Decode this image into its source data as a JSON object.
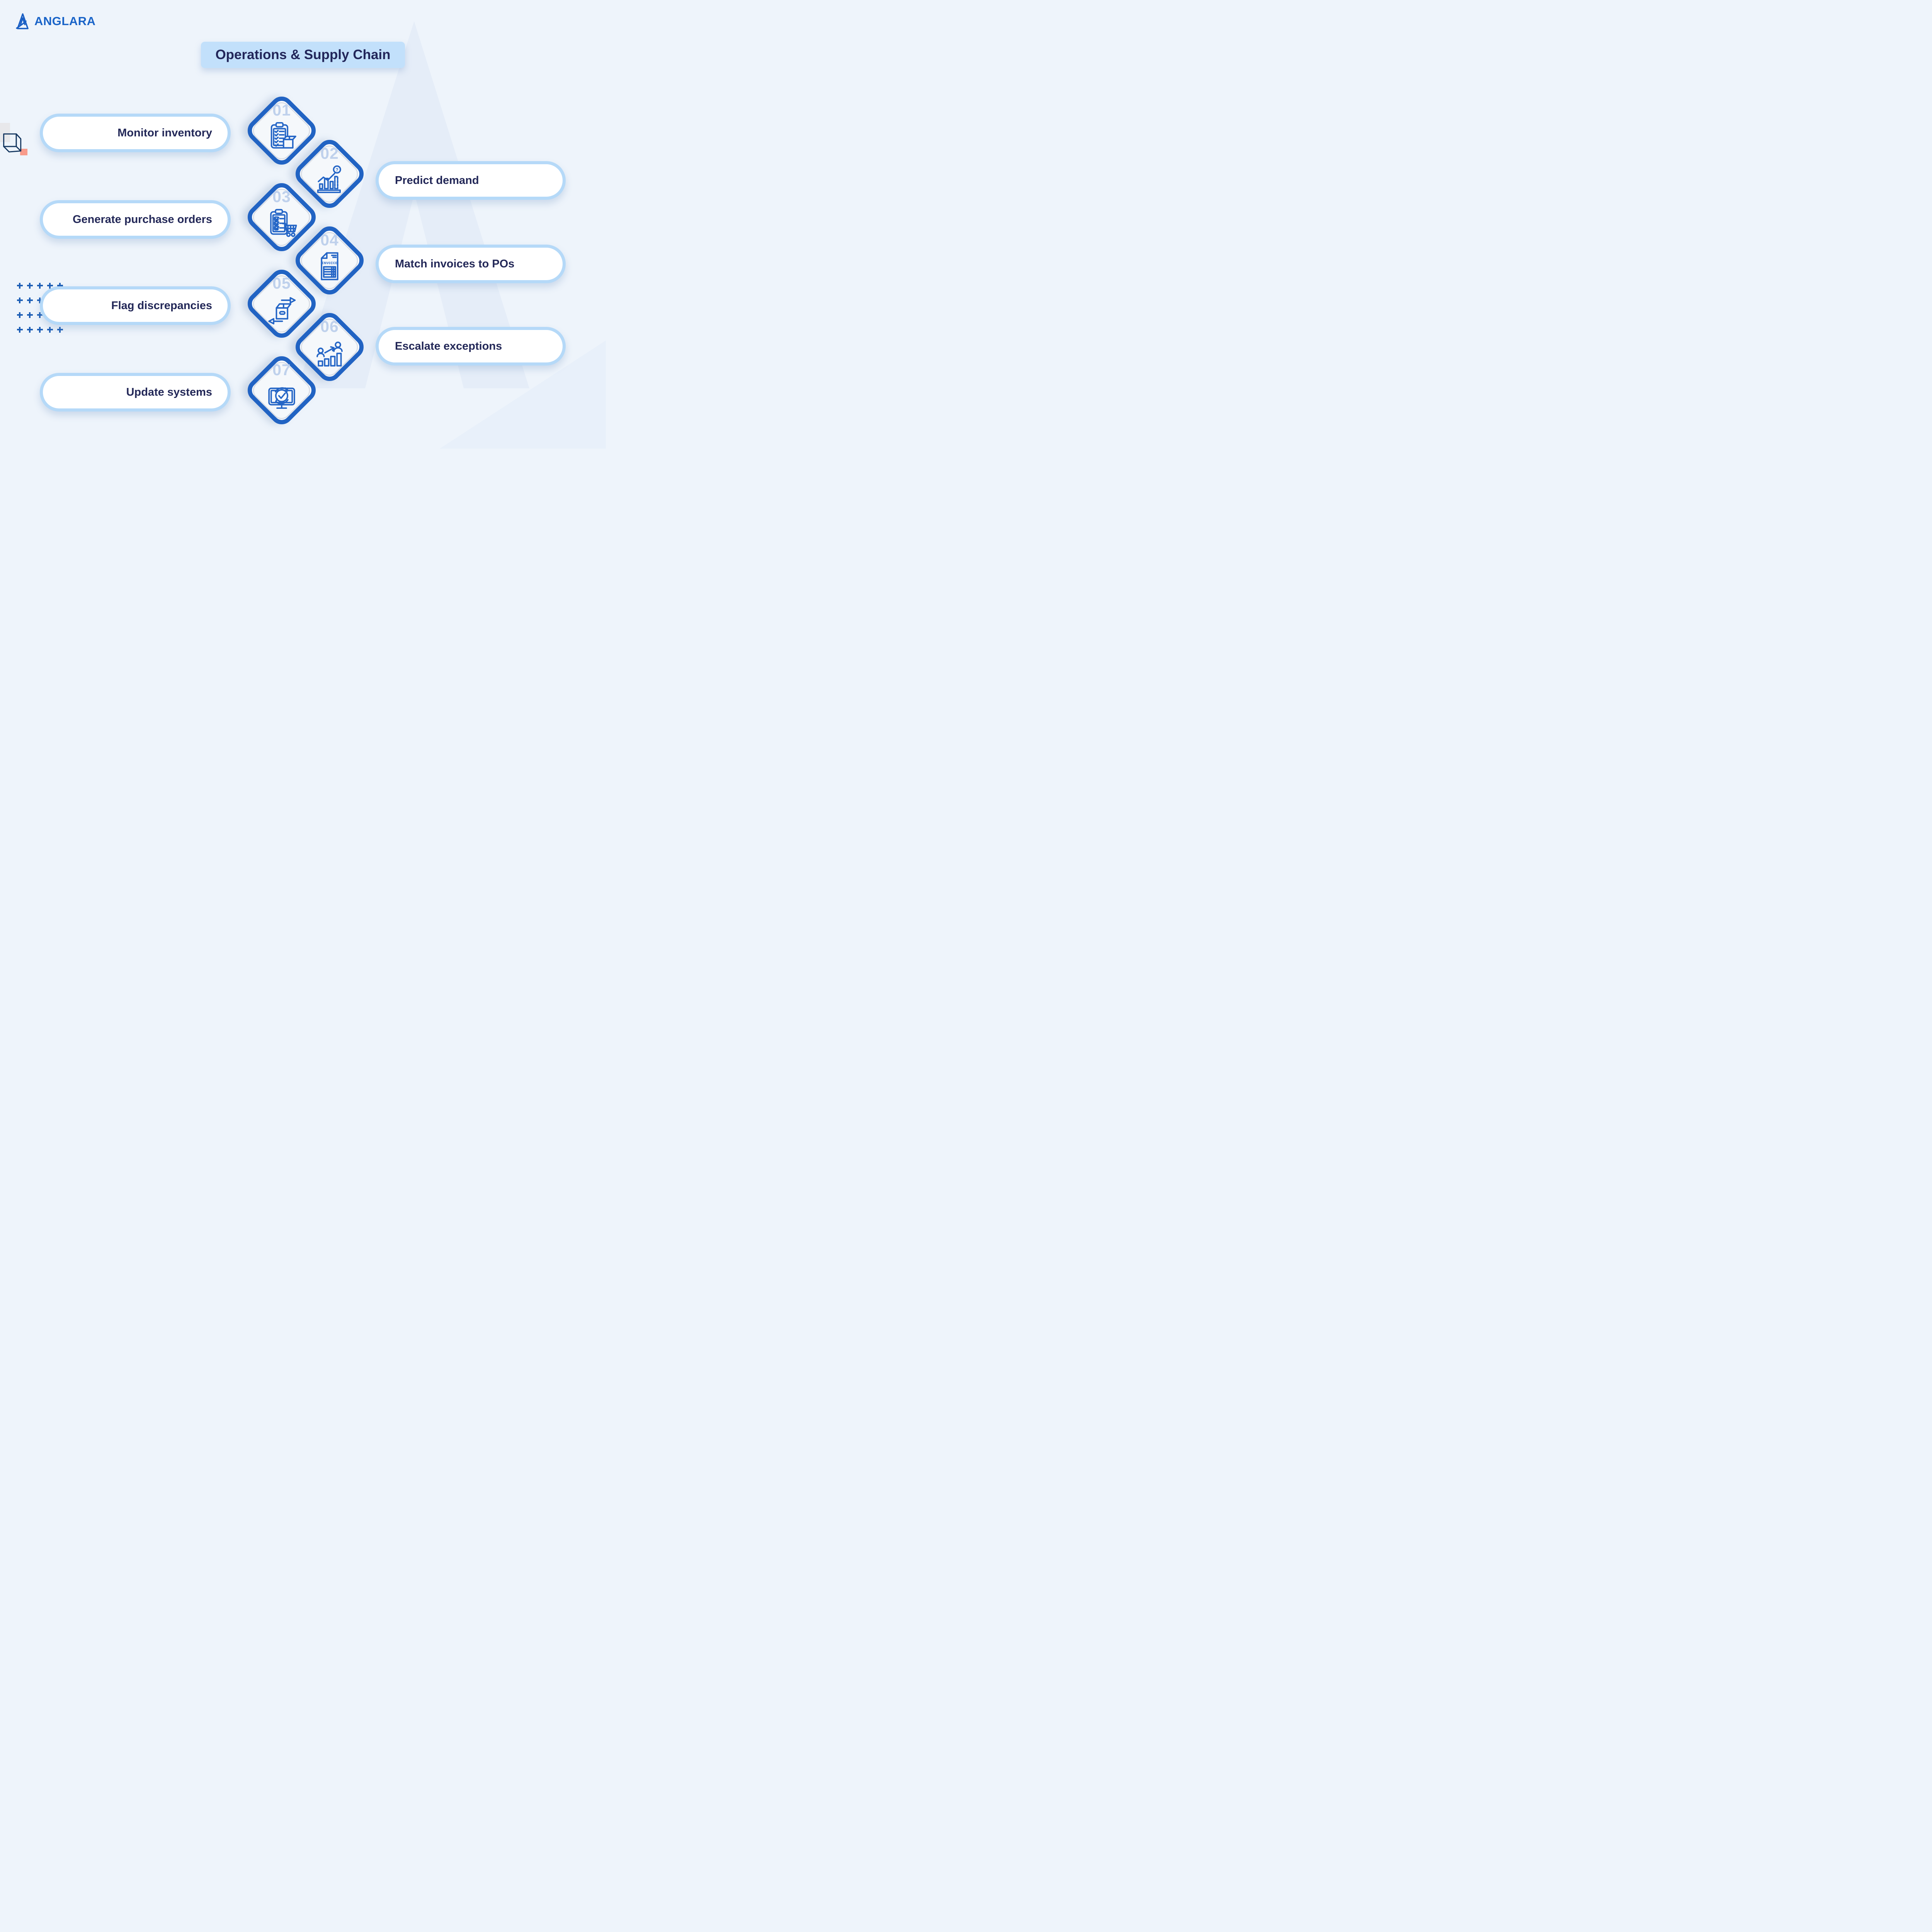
{
  "brand": {
    "name": "ANGLARA"
  },
  "title": {
    "text": "Operations & Supply Chain"
  },
  "steps": [
    {
      "number": "01",
      "label": "Monitor inventory",
      "side": "left",
      "icon": "clipboard-checklist-box-icon"
    },
    {
      "number": "02",
      "label": "Predict demand",
      "side": "right",
      "icon": "bar-chart-question-icon"
    },
    {
      "number": "03",
      "label": "Generate purchase orders",
      "side": "left",
      "icon": "checklist-cart-icon"
    },
    {
      "number": "04",
      "label": "Match invoices to POs",
      "side": "right",
      "icon": "invoice-document-icon"
    },
    {
      "number": "05",
      "label": "Flag discrepancies",
      "side": "left",
      "icon": "package-arrows-icon"
    },
    {
      "number": "06",
      "label": "Escalate exceptions",
      "side": "right",
      "icon": "people-growth-arrow-icon"
    },
    {
      "number": "07",
      "label": "Update systems",
      "side": "left",
      "icon": "monitor-sync-check-icon"
    }
  ],
  "icon_text": {
    "invoice": "INVOICE",
    "question_mark": "?"
  },
  "colors": {
    "background": "#eef4fb",
    "diamond_border": "#2163c3",
    "diamond_fill": "#f5f8fb",
    "diamond_ring": "#d9dee6",
    "step_number": "#bfd1ec",
    "pill_border": "#b5d9f8",
    "pill_fill": "#ffffff",
    "label_text": "#232858",
    "icon_stroke": "#2465c6",
    "title_background": "#c2e0fb",
    "brand_blue": "#1a64c8",
    "plus_blue": "#1e5fb6",
    "watermark_blue": "#e5edf8",
    "coral_accent": "#f89b8b",
    "cube_outline": "#14365f",
    "gray_accent": "#e8e8eb"
  }
}
